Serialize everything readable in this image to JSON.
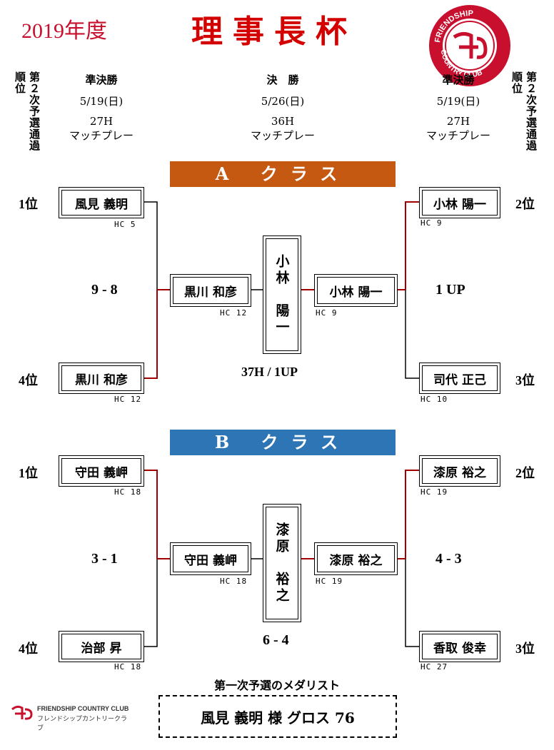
{
  "header": {
    "year": "2019年度",
    "title": "理事長杯",
    "logo_text": "FRIENDSHIP COUNTRY CLUB"
  },
  "rounds": {
    "left_side_label": "第２次予選通過順位",
    "right_side_label": "第２次予選通過順位",
    "semi_left": {
      "name": "準決勝",
      "date": "5/19(日)",
      "holes": "27H",
      "format": "マッチプレー"
    },
    "final": {
      "name": "決　勝",
      "date": "5/26(日)",
      "holes": "36H",
      "format": "マッチプレー"
    },
    "semi_right": {
      "name": "準決勝",
      "date": "5/19(日)",
      "holes": "27H",
      "format": "マッチプレー"
    }
  },
  "class_a": {
    "label": "A クラス",
    "color": "#c65911",
    "p1": {
      "rank": "1位",
      "name": "風見 義明",
      "hc": "HC 5"
    },
    "p4": {
      "rank": "4位",
      "name": "黒川 和彦",
      "hc": "HC 12"
    },
    "p2": {
      "rank": "2位",
      "name": "小林 陽一",
      "hc": "HC 9"
    },
    "p3": {
      "rank": "3位",
      "name": "司代 正己",
      "hc": "HC 10"
    },
    "semi_left_winner": {
      "name": "黒川 和彦",
      "hc": "HC 12"
    },
    "semi_right_winner": {
      "name": "小林 陽一",
      "hc": "HC 9"
    },
    "semi_left_score": "9 - 8",
    "semi_right_score": "1 UP",
    "champion": "小林　陽一",
    "final_score": "37H / 1UP"
  },
  "class_b": {
    "label": "B クラス",
    "color": "#2e75b6",
    "p1": {
      "rank": "1位",
      "name": "守田 義岬",
      "hc": "HC 18"
    },
    "p4": {
      "rank": "4位",
      "name": "治部 昇",
      "hc": "HC 18"
    },
    "p2": {
      "rank": "2位",
      "name": "漆原 裕之",
      "hc": "HC 19"
    },
    "p3": {
      "rank": "3位",
      "name": "香取 俊幸",
      "hc": "HC 27"
    },
    "semi_left_winner": {
      "name": "守田 義岬",
      "hc": "HC 18"
    },
    "semi_right_winner": {
      "name": "漆原 裕之",
      "hc": "HC 19"
    },
    "semi_left_score": "3 - 1",
    "semi_right_score": "4 - 3",
    "champion": "漆原　裕之",
    "final_score": "6 - 4"
  },
  "medalist": {
    "heading": "第一次予選のメダリスト",
    "text": "風見 義明 様 グロス 76"
  },
  "footer": {
    "club_en": "FRIENDSHIP COUNTRY CLUB",
    "club_jp": "フレンドシップカントリークラブ"
  },
  "colors": {
    "title_red": "#d40000",
    "bracket_red": "#a00000",
    "line_black": "#000000"
  }
}
